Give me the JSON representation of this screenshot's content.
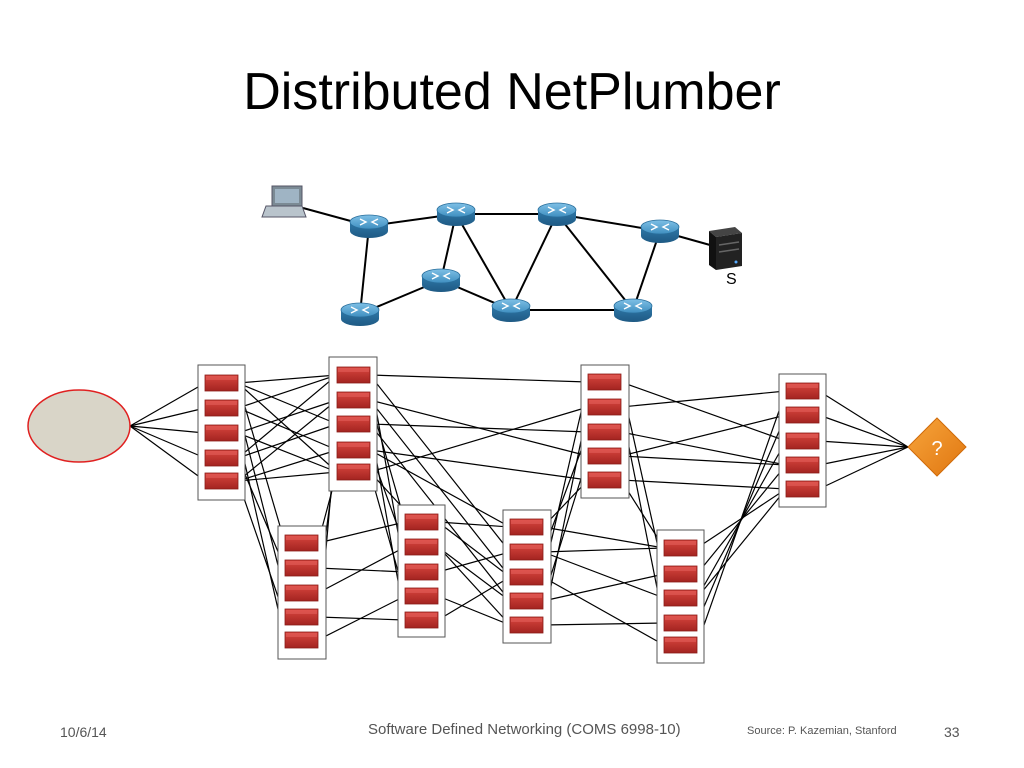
{
  "slide": {
    "title": "Distributed NetPlumber",
    "server_label": "S",
    "query_label": "?"
  },
  "footer": {
    "date": "10/6/14",
    "course": "Software Defined Networking (COMS 6998-10)",
    "source": "Source: P. Kazemian, Stanford",
    "page": "33"
  },
  "colors": {
    "router": "#3a86b5",
    "rule_box": "#c0302c",
    "query_node": "#f08a1e",
    "source_node": "#d9d5c8",
    "source_border": "#e02020"
  }
}
